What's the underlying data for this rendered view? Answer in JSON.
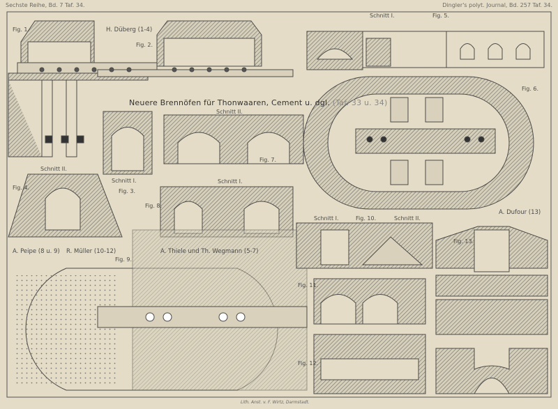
{
  "header": {
    "left": "Sechste Reihe, Bd. 7 Taf. 34.",
    "right": "Dingler's polyt. Journal, Bd. 257 Taf. 34."
  },
  "title": {
    "main": "Neuere Brennöfen für Thonwaaren, Cement u. dgl.",
    "ref": "(Taf. 33 u. 34)"
  },
  "authors": {
    "dueberg": "H. Düberg (1-4)",
    "peipe": "A. Peipe (8 u. 9)",
    "mueller": "R. Müller (10-12)",
    "thiele": "A. Thiele und Th. Wegmann (5-7)",
    "dufour": "A. Dufour (13)"
  },
  "figures": {
    "fig1": "Fig. 1.",
    "fig2": "Fig. 2.",
    "fig3": "Fig. 3.",
    "fig4": "Fig. 4.",
    "fig5": "Fig. 5.",
    "fig6": "Fig. 6.",
    "fig7": "Fig. 7.",
    "fig8": "Fig. 8.",
    "fig9": "Fig. 9.",
    "fig10": "Fig. 10.",
    "fig11": "Fig. 11.",
    "fig12": "Fig. 12.",
    "fig13": "Fig. 13."
  },
  "sections": {
    "s1_fig5": "Schnitt I.",
    "s2_fig7": "Schnitt II.",
    "s1_fig3": "Schnitt I.",
    "s2_fig4": "Schnitt II.",
    "s1_fig8": "Schnitt I.",
    "s1_fig10": "Schnitt I.",
    "s2_fig10": "Schnitt II."
  },
  "footer": "Lith. Anst. v. F. Wirtz, Darmstadt."
}
